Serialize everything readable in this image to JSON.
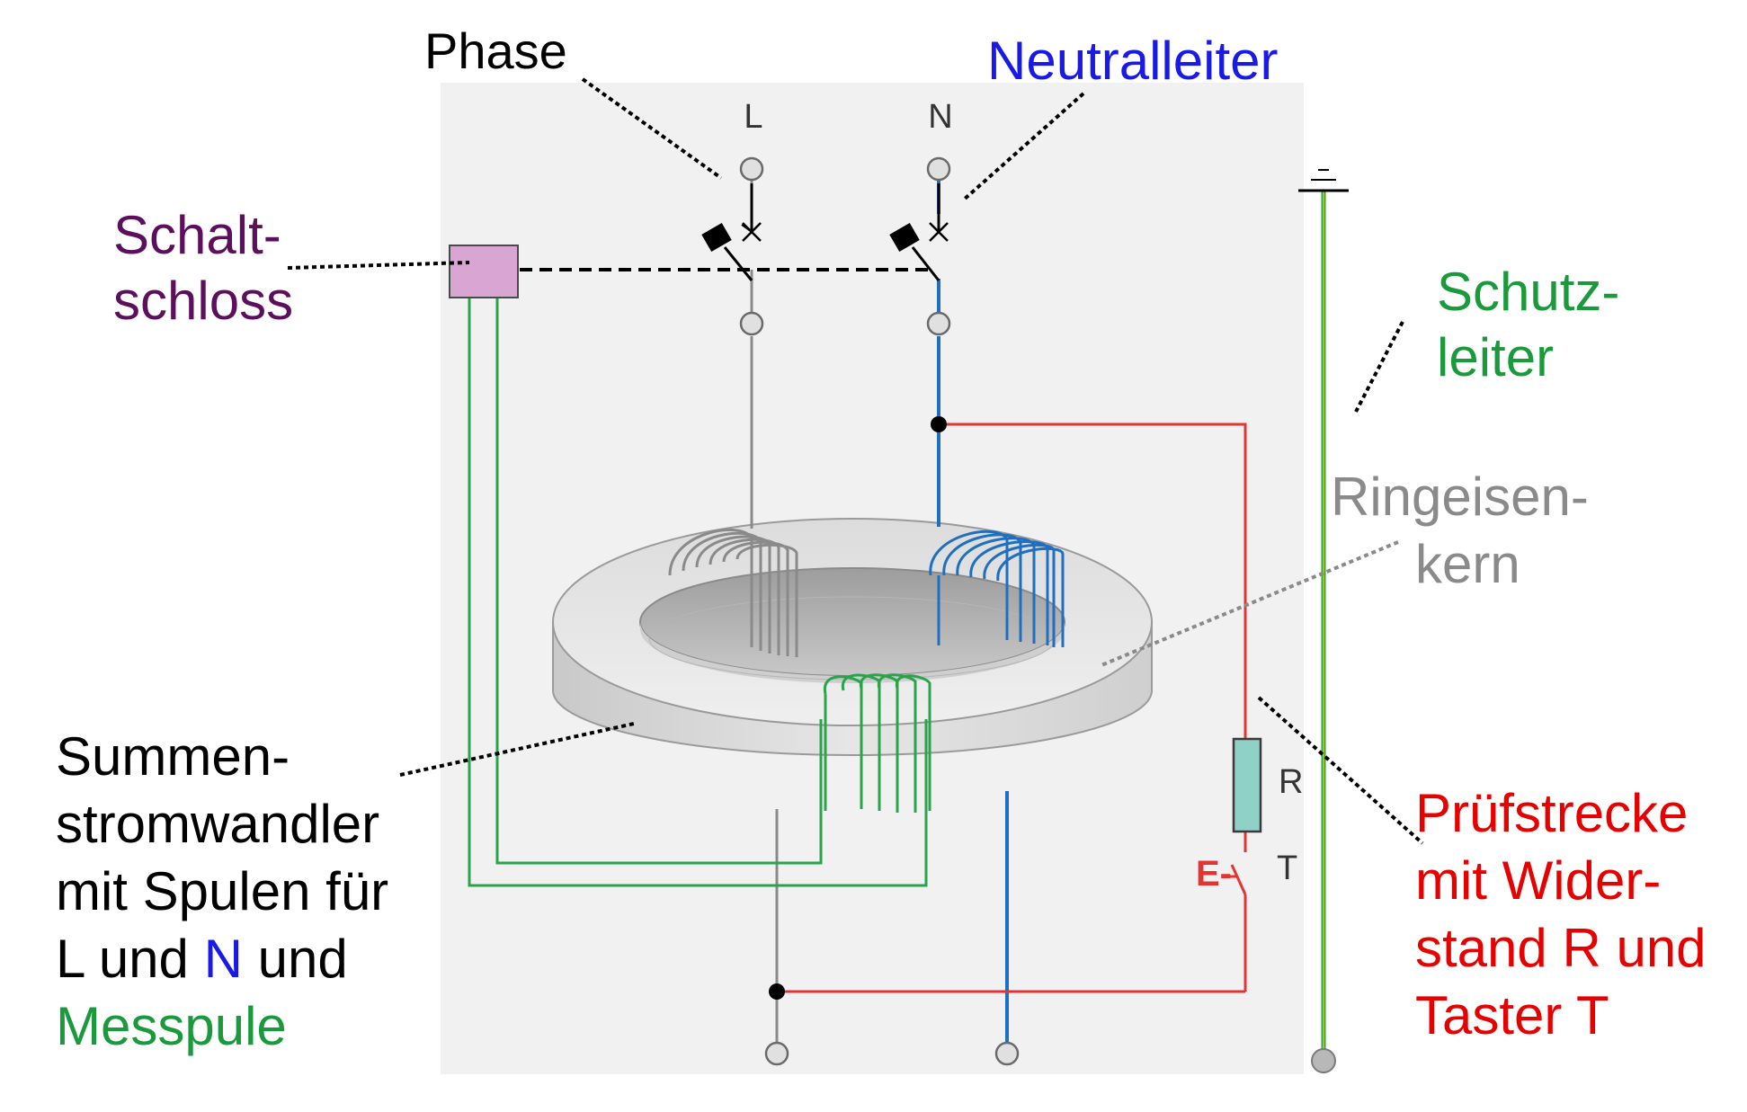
{
  "colors": {
    "panel": "#f1f1f1",
    "phase": "#8a8a8a",
    "neutral": "#1f6fc0",
    "measure": "#2aa34a",
    "test": "#e53333",
    "pe": "#2aa34a",
    "pe_core": "#c8d400",
    "lock": "#d9a6d3",
    "resistor": "#8fd1c6",
    "label_black": "#000000",
    "label_blue": "#1a1ae6",
    "label_purple": "#5c0f5c",
    "label_green": "#1a9a3c",
    "label_gray": "#8a8a8a",
    "label_red": "#e60000"
  },
  "terminals": {
    "L": "L",
    "N": "N",
    "R": "R",
    "T": "T",
    "test_key": "E-"
  },
  "labels": {
    "phase": "Phase",
    "neutral": "Neutralleiter",
    "lock_1": "Schalt-",
    "lock_2": "schloss",
    "pe_1": "Schutz-",
    "pe_2": "leiter",
    "core_1": "Ringeisen-",
    "core_2": "kern",
    "transformer_1": "Summen-",
    "transformer_2": "stromwandler",
    "transformer_3": "mit Spulen für",
    "transformer_4a": "L und ",
    "transformer_4b": "N",
    "transformer_4c": " und",
    "transformer_5": "Messpule",
    "test_1": "Prüfstrecke",
    "test_2": "mit Wider-",
    "test_3": "stand R und",
    "test_4": "Taster T"
  }
}
